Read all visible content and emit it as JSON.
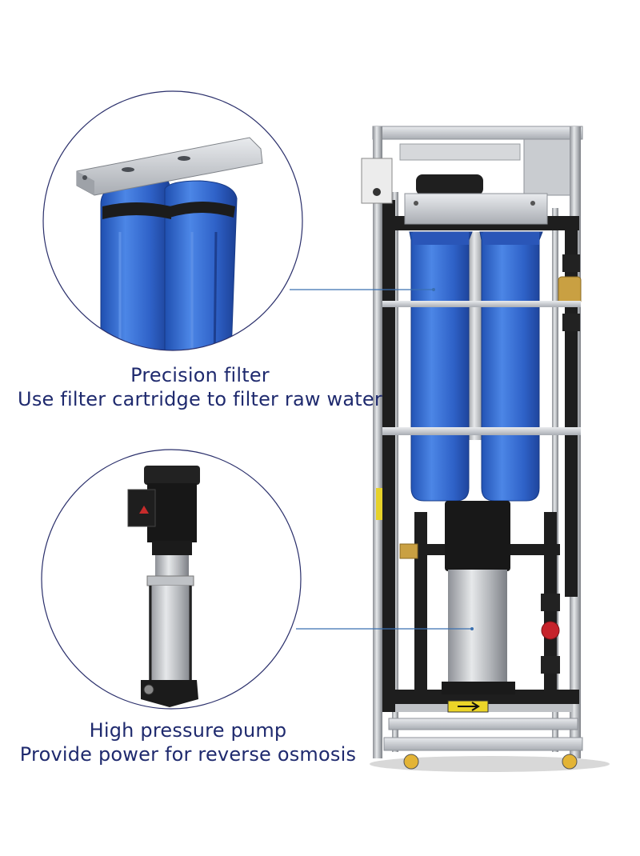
{
  "callouts": [
    {
      "title": "Precision filter",
      "description": "Use filter cartridge to filter raw water",
      "icon": "filter-housing-icon"
    },
    {
      "title": "High pressure pump",
      "description": "Provide power for reverse osmosis",
      "icon": "vertical-pump-icon"
    }
  ],
  "colors": {
    "caption_text": "#1f2a6e",
    "circle_outline": "#2a2f6b",
    "leader_line": "#3a6fb0",
    "filter_blue": "#2f62c8",
    "frame_steel": "#b9bcc0",
    "pump_black": "#1b1b1b"
  }
}
